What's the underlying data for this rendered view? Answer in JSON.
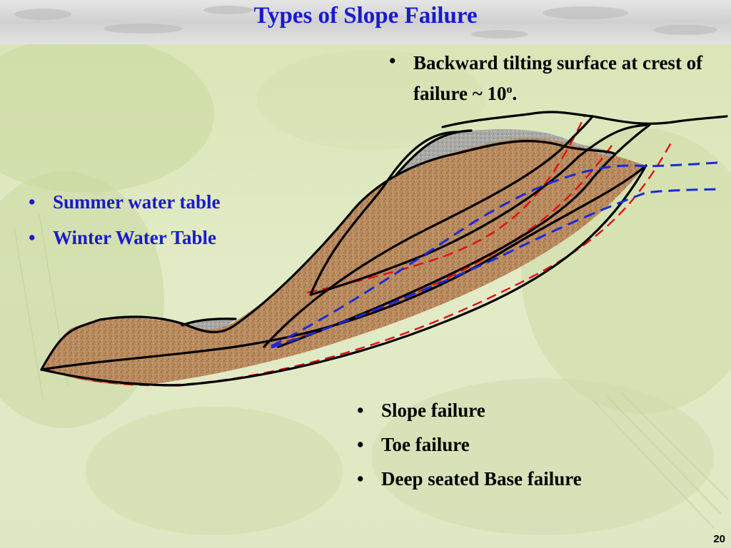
{
  "slide": {
    "title": "Types of Slope Failure",
    "number": "20"
  },
  "crest_note": {
    "text": "Backward tilting surface at crest of failure ~ 10",
    "superscript": "o",
    "suffix": "."
  },
  "water_tables": {
    "items": [
      {
        "label": "Summer water table"
      },
      {
        "label": "Winter Water Table"
      }
    ]
  },
  "failure_types": {
    "items": [
      {
        "label": "Slope failure"
      },
      {
        "label": "Toe failure"
      },
      {
        "label": "Deep seated Base failure"
      }
    ]
  },
  "bullet_glyph": "•",
  "colors": {
    "title": "#1a1acc",
    "water_table_lines": "#1a2bd6",
    "failure_surface": "#e01010",
    "soil": "#b98a5e",
    "rock": "#a9a9a6"
  }
}
